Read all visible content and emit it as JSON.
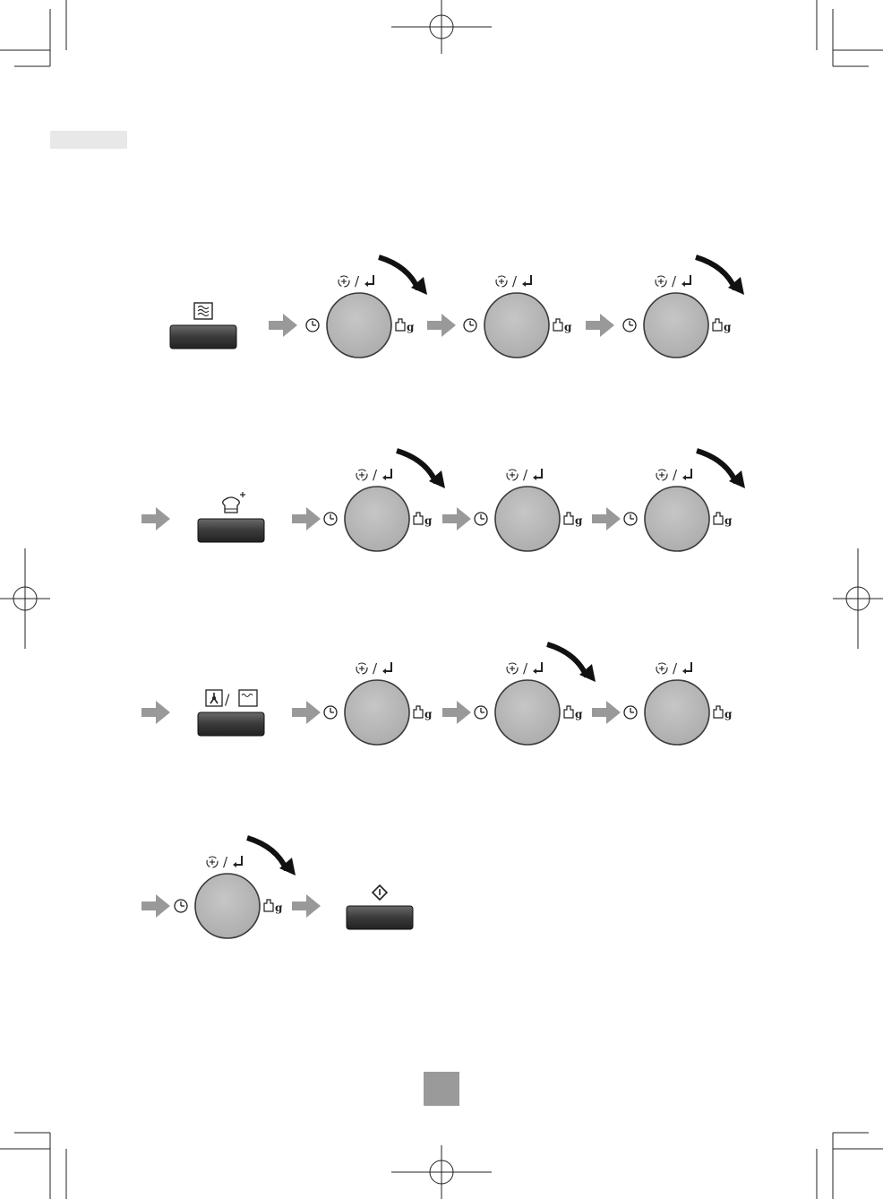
{
  "page": {
    "header_tab_text": "",
    "page_number": ""
  },
  "labels": {
    "weight_unit": "g",
    "slash": "/"
  },
  "colors": {
    "dial_fill": "#bdbdbd",
    "dial_stroke": "#3a3a3a",
    "step_arrow": "#999999",
    "turn_arrow": "#111111",
    "button_fill": "#3c3c3c",
    "header_tab": "#e8e8e8",
    "page_box": "#9a9a9a"
  },
  "icons": {
    "timer": "timer-icon",
    "plus": "plus-circle-icon",
    "enter": "enter-arrow-icon",
    "weight": "weight-icon",
    "microwave": "microwave-icon",
    "chef": "chef-hat-plus-icon",
    "convection": "fan-convection-icon",
    "oven": "oven-icon",
    "start": "start-diamond-icon"
  },
  "rows": [
    {
      "name": "row-microwave",
      "button": {
        "icon": "microwave"
      },
      "dials": [
        {
          "turn_arrow": true
        },
        {
          "turn_arrow": false
        },
        {
          "turn_arrow": true
        }
      ]
    },
    {
      "name": "row-chef",
      "button": {
        "icon": "chef"
      },
      "dials": [
        {
          "turn_arrow": true
        },
        {
          "turn_arrow": false
        },
        {
          "turn_arrow": true
        }
      ]
    },
    {
      "name": "row-convection",
      "button": {
        "icon": "convection-oven"
      },
      "dials": [
        {
          "turn_arrow": false
        },
        {
          "turn_arrow": true
        },
        {
          "turn_arrow": false
        }
      ]
    },
    {
      "name": "row-start",
      "button": {
        "icon": "start"
      },
      "dials": [
        {
          "turn_arrow": true
        }
      ]
    }
  ]
}
